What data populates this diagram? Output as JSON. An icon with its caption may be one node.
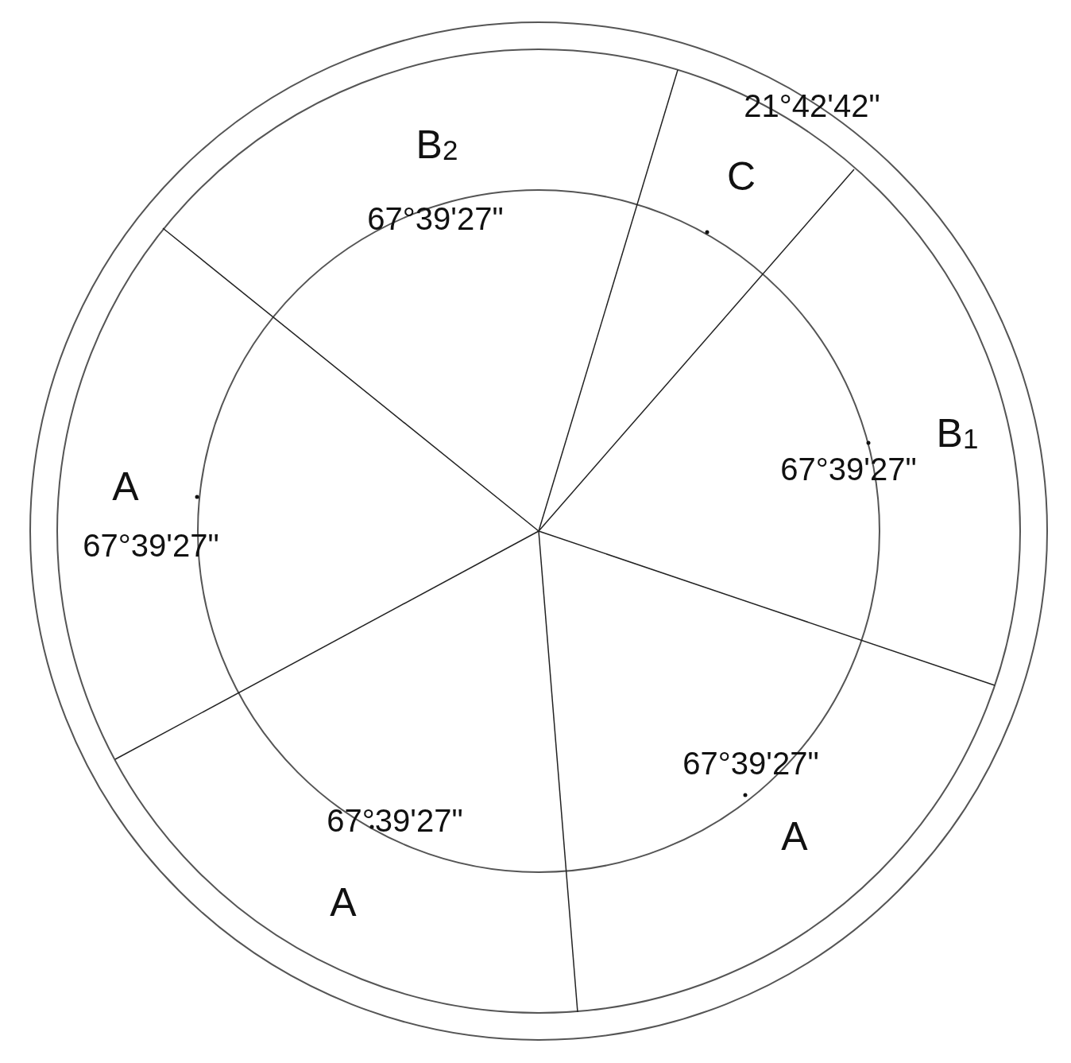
{
  "diagram": {
    "labels": [
      "21°42'42\"",
      "B$_{2}$",
      "C",
      "67°39'27\"",
      "B$_{1}$",
      "67°39'27\"",
      "A",
      "67°39'27\"",
      "67°39'27\"",
      "67°39'27\"",
      "A",
      "A"
    ]
  }
}
